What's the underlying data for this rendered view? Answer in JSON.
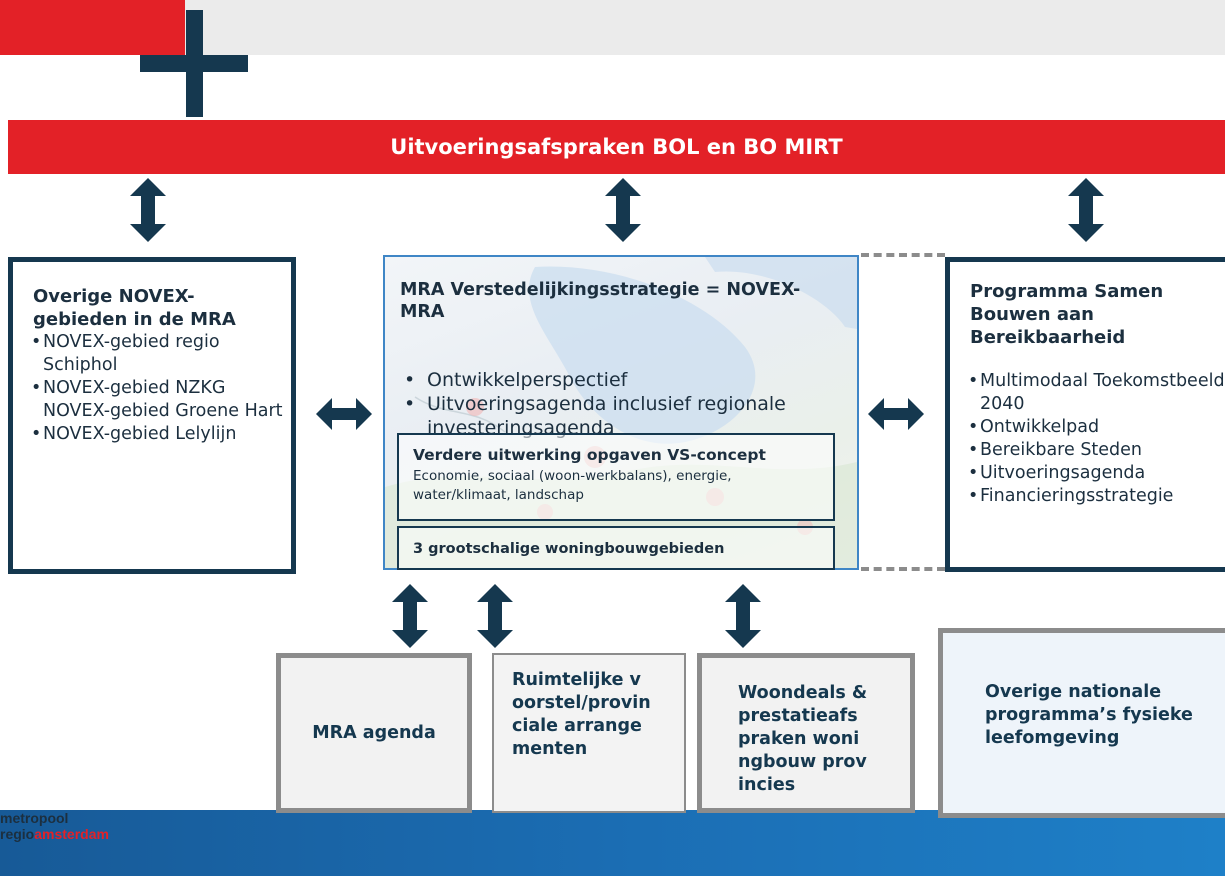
{
  "banner": {
    "text": "Uitvoeringsafspraken BOL en BO MIRT"
  },
  "left_panel": {
    "title": "Overige NOVEX-gebieden in de MRA",
    "items": [
      "NOVEX-gebied regio Schiphol",
      "NOVEX-gebied NZKG NOVEX-gebied Groene Hart",
      "NOVEX-gebied Lelylijn"
    ]
  },
  "center_panel": {
    "title": "MRA Verstedelijkingsstrategie = NOVEX-MRA",
    "items": [
      "Ontwikkelperspectief",
      "Uitvoeringsagenda inclusief regionale investeringsagenda"
    ],
    "sub1_title": "Verdere uitwerking opgaven VS-concept",
    "sub1_text": "Economie, sociaal (woon-werkbalans), energie, water/klimaat, landschap",
    "sub2_title": "3 grootschalige woningbouwgebieden"
  },
  "right_panel": {
    "title": "Programma Samen Bouwen aan Bereikbaarheid",
    "items": [
      "Multimodaal Toekomstbeeld 2040",
      "Ontwikkelpad",
      "Bereikbare Steden",
      "Uitvoeringsagenda",
      "Financieringsstrategie"
    ]
  },
  "bottom_boxes": {
    "mra_agenda": "MRA agenda",
    "ruimtelijke": "Ruimtelijke voorstel/provinciale arrangementen",
    "woondeals": "Woondeals & prestatieafspraken woningbouw provincies",
    "overige": "Overige nationale programma’s fysieke leefomgeving"
  },
  "logo": {
    "line1": "metropool",
    "line2a": "regio",
    "line2b": "amsterdam"
  },
  "colors": {
    "red": "#e32127",
    "navy": "#15384f",
    "grey": "#8c8c8c",
    "blue": "#1b6db3"
  }
}
